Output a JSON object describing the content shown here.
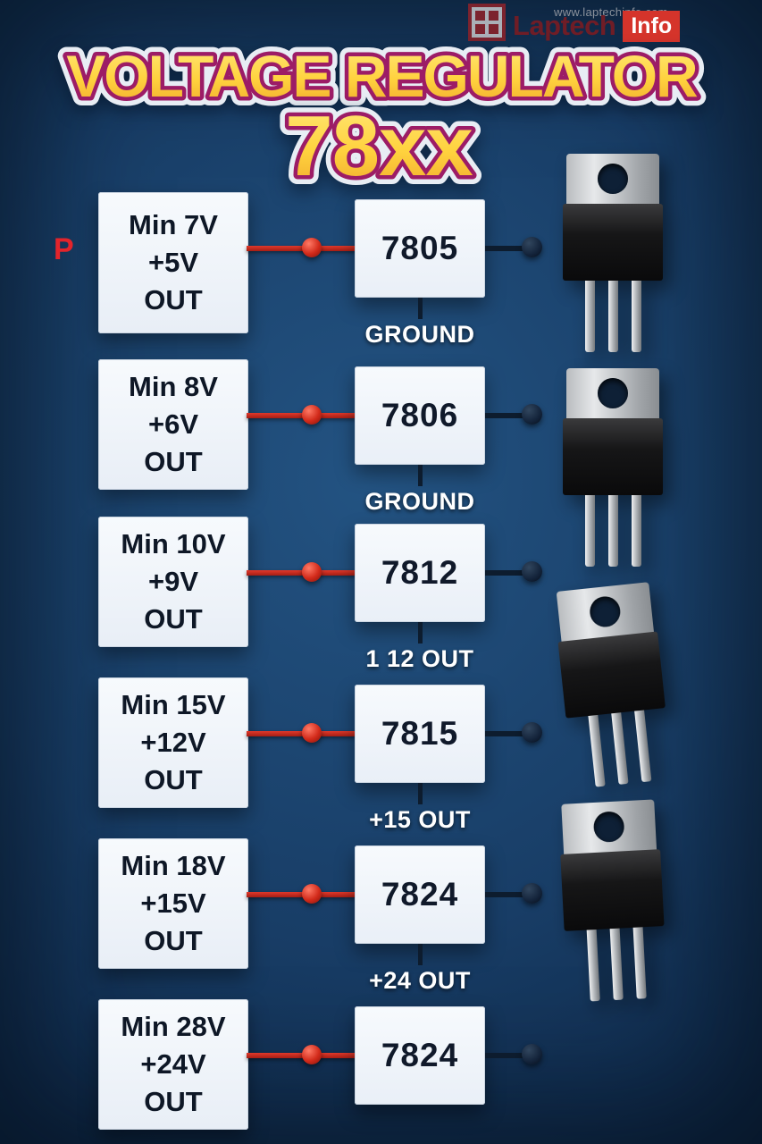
{
  "meta": {
    "watermark": "www.laptechinfo.com",
    "brand": "Laptech",
    "brand_suffix": "Info"
  },
  "header": {
    "title": "VOLTAGE REGULATOR",
    "subtitle": "78xx"
  },
  "p_label": "P",
  "colors": {
    "background": "#16365c",
    "title_fill": "#ffd23e",
    "title_outline": "#9c1c66",
    "wire_red": "#c62828",
    "wire_dark": "#0d1c2e",
    "box_bg": "#eef3f9",
    "pin_label_color": "#ffffff"
  },
  "rows": [
    {
      "min_line": "Min 7V",
      "out_voltage": "+5V",
      "out_word": "OUT",
      "chip": "7805",
      "pin_label": "GROUND"
    },
    {
      "min_line": "Min 8V",
      "out_voltage": "+6V",
      "out_word": "OUT",
      "chip": "7806",
      "pin_label": "GROUND"
    },
    {
      "min_line": "Min 10V",
      "out_voltage": "+9V",
      "out_word": "OUT",
      "chip": "7812",
      "pin_label": "1 12 OUT"
    },
    {
      "min_line": "Min 15V",
      "out_voltage": "+12V",
      "out_word": "OUT",
      "chip": "7815",
      "pin_label": "+15 OUT"
    },
    {
      "min_line": "Min 18V",
      "out_voltage": "+15V",
      "out_word": "OUT",
      "chip": "7824",
      "pin_label": "+24 OUT"
    },
    {
      "min_line": "Min 28V",
      "out_voltage": "+24V",
      "out_word": "OUT",
      "chip": "7824",
      "pin_label": ""
    }
  ],
  "packages": [
    {
      "name": "TO-220 package"
    },
    {
      "name": "TO-220 package"
    },
    {
      "name": "TO-220 package"
    },
    {
      "name": "TO-220 package"
    }
  ]
}
